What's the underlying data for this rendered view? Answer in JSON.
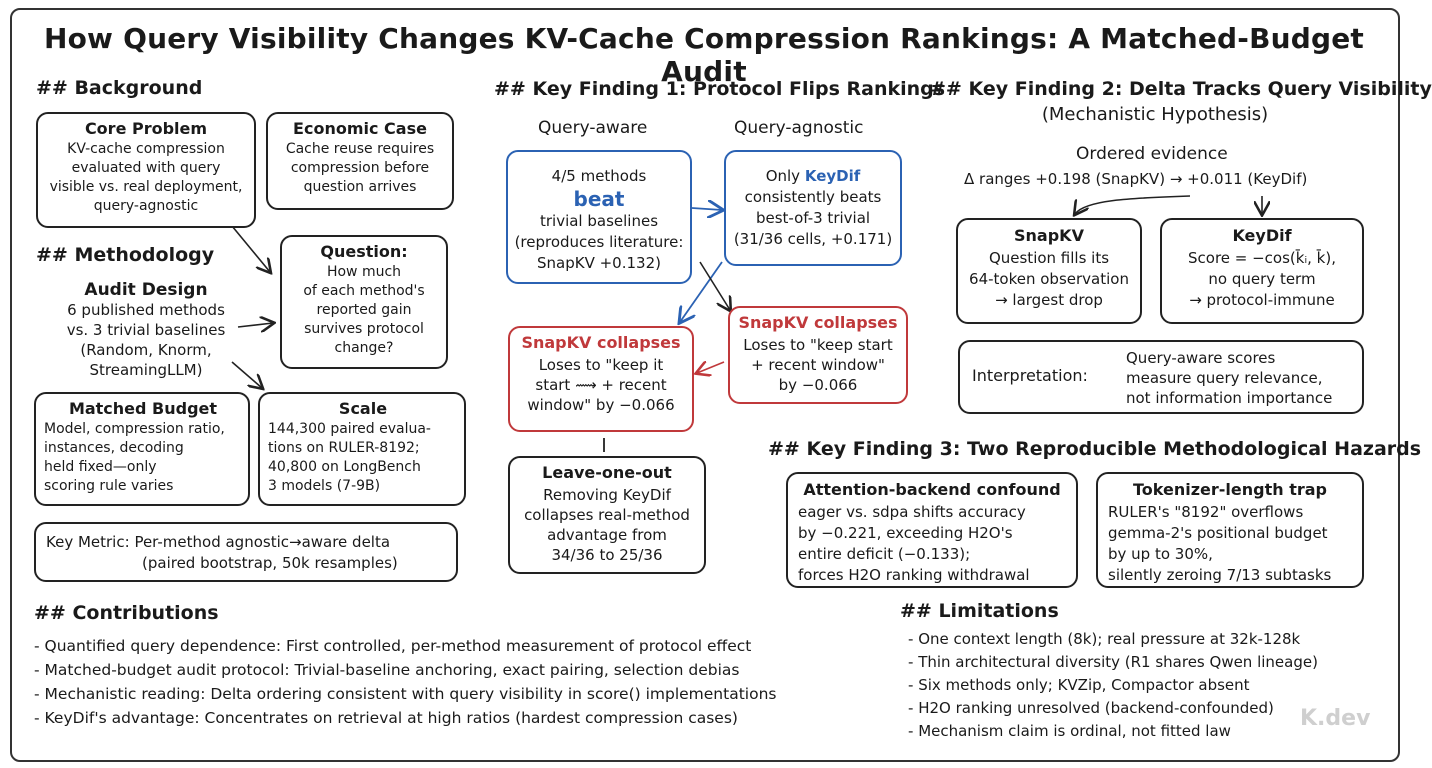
{
  "title": "How Query Visibility Changes KV-Cache Compression Rankings: A Matched-Budget Audit",
  "background": {
    "heading": "## Background",
    "core_problem": {
      "title": "Core Problem",
      "lines": [
        "KV-cache compression",
        "evaluated with query",
        "visible vs. real deployment,",
        "query-agnostic"
      ]
    },
    "economic_case": {
      "title": "Economic Case",
      "lines": [
        "Cache reuse requires",
        "compression before",
        "question arrives"
      ]
    }
  },
  "question": {
    "title": "Question:",
    "lines": [
      "How much",
      "of each method's",
      "reported gain",
      "survives protocol",
      "change?"
    ]
  },
  "methodology": {
    "heading": "## Methodology",
    "audit_design": {
      "title": "Audit Design",
      "lines": [
        "6 published methods",
        "vs. 3 trivial baselines",
        "(Random, Knorm,",
        "StreamingLLM)"
      ]
    },
    "matched_budget": {
      "title": "Matched Budget",
      "lines": [
        "Model, compression ratio,",
        "instances, decoding",
        "held fixed—only",
        "scoring rule varies"
      ]
    },
    "scale": {
      "title": "Scale",
      "lines": [
        "144,300 paired evalua-",
        "tions on RULER-8192;",
        "40,800 on LongBench",
        "3 models (7-9B)"
      ]
    },
    "key_metric": {
      "label": "Key Metric:",
      "line1": "Per-method agnostic→aware delta",
      "line2": "(paired bootstrap, 50k resamples)"
    }
  },
  "finding1": {
    "heading": "## Key Finding 1: Protocol Flips Rankings",
    "col_aware": "Query-aware",
    "col_agnostic": "Query-agnostic",
    "aware_box": {
      "line1": "4/5 methods",
      "emph": "beat",
      "lines": [
        "trivial baselines",
        "(reproduces literature:",
        "SnapKV +0.132)"
      ]
    },
    "agnostic_box": {
      "prefix": "Only ",
      "emph": "KeyDif",
      "lines": [
        "consistently beats",
        "best-of-3 trivial",
        "(31/36 cells, +0.171)"
      ]
    },
    "collapse_left": {
      "title": "SnapKV collapses",
      "lines": [
        "Loses to \"keep it",
        "start ⟿ + recent",
        "window\" by −0.066"
      ]
    },
    "collapse_right": {
      "title": "SnapKV collapses",
      "lines": [
        "Loses to \"keep start",
        "+ recent window\"",
        "by −0.066"
      ]
    },
    "leave_one_out": {
      "title": "Leave-one-out",
      "lines": [
        "Removing KeyDif",
        "collapses real-method",
        "advantage from",
        "34/36 to 25/36"
      ]
    }
  },
  "finding2": {
    "heading_line1": "## Key Finding 2: Delta Tracks Query Visibility",
    "heading_line2": "(Mechanistic Hypothesis)",
    "ordered_evidence": "Ordered evidence",
    "delta_ranges": "Δ ranges +0.198 (SnapKV) → +0.011 (KeyDif)",
    "snapkv": {
      "title": "SnapKV",
      "lines": [
        "Question fills its",
        "64-token observation",
        "→ largest drop"
      ]
    },
    "keydif": {
      "title": "KeyDif",
      "lines": [
        "Score = −cos(k̄ᵢ, k̄),",
        "no query term",
        "→ protocol-immune"
      ]
    },
    "interpretation": {
      "label": "Interpretation:",
      "lines": [
        "Query-aware scores",
        "measure query relevance,",
        "not information importance"
      ]
    }
  },
  "finding3": {
    "heading": "## Key Finding 3: Two Reproducible Methodological Hazards",
    "attention": {
      "title": "Attention-backend confound",
      "lines": [
        "eager vs. sdpa shifts accuracy",
        "by −0.221, exceeding H2O's",
        "entire deficit (−0.133);",
        "forces H2O ranking withdrawal"
      ]
    },
    "tokenizer": {
      "title": "Tokenizer-length trap",
      "lines": [
        "RULER's \"8192\" overflows",
        "gemma-2's positional budget",
        "by up to 30%,",
        "silently zeroing 7/13 subtasks"
      ]
    }
  },
  "contributions": {
    "heading": "## Contributions",
    "items": [
      "Quantified query dependence: First controlled, per-method measurement of protocol effect",
      "Matched-budget audit protocol: Trivial-baseline anchoring, exact pairing, selection debias",
      "Mechanistic reading: Delta ordering consistent with query visibility in score() implementations",
      "KeyDif's advantage: Concentrates on retrieval at high ratios (hardest compression cases)"
    ]
  },
  "limitations": {
    "heading": "## Limitations",
    "items": [
      "One context length (8k); real pressure at 32k-128k",
      "Thin architectural diversity (R1 shares Qwen lineage)",
      "Six methods only; KVZip, Compactor absent",
      "H2O ranking unresolved (backend-confounded)",
      "Mechanism claim is ordinal, not fitted law"
    ]
  },
  "watermark": "K.dev",
  "colors": {
    "accent_blue": "#2b62b3",
    "accent_red": "#c0393b",
    "ink": "#1a1a1a"
  }
}
